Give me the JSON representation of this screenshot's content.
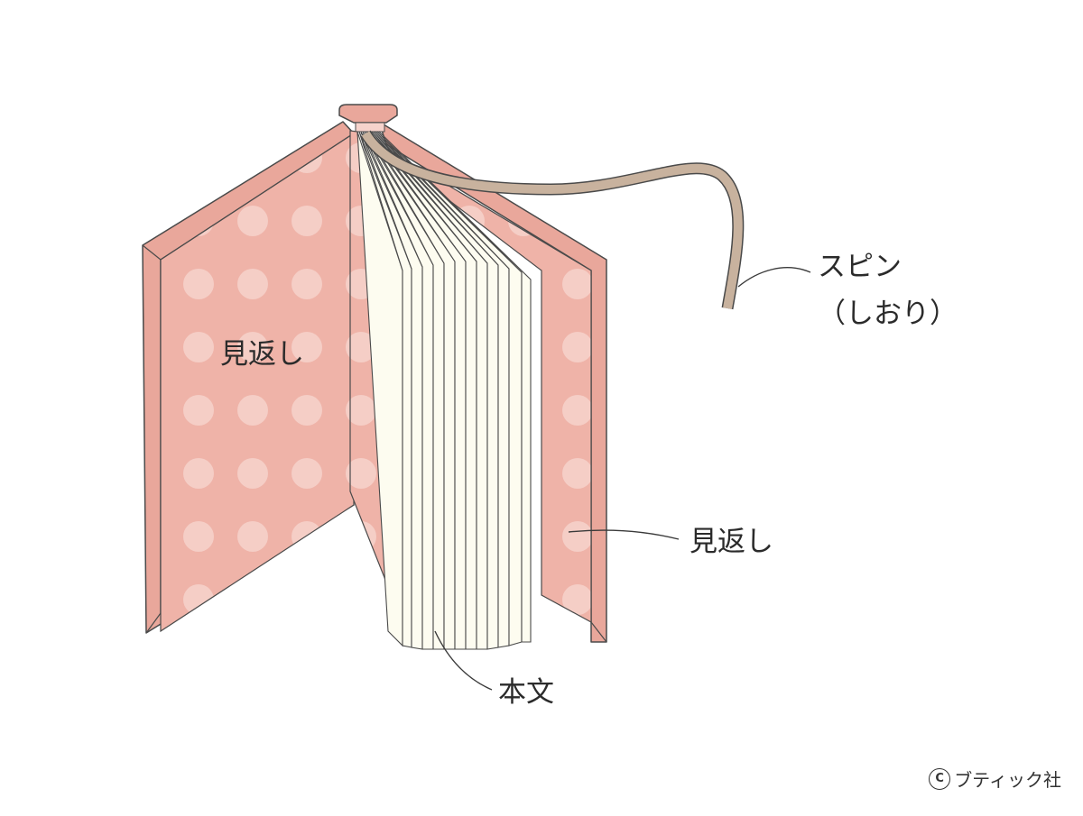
{
  "labels": {
    "endpaper_left": "見返し",
    "endpaper_right": "見返し",
    "text_block": "本文",
    "spin": "スピン",
    "spin_sub": "（しおり）"
  },
  "copyright": {
    "symbol": "C",
    "publisher": "ブティック社"
  },
  "colors": {
    "cover_edge": "#e9a79b",
    "endpaper": "#efb3a8",
    "dot": "#f6d3cc",
    "page": "#fdfcf0",
    "ribbon": "#c8b29e",
    "outline": "#4a4a4a"
  }
}
